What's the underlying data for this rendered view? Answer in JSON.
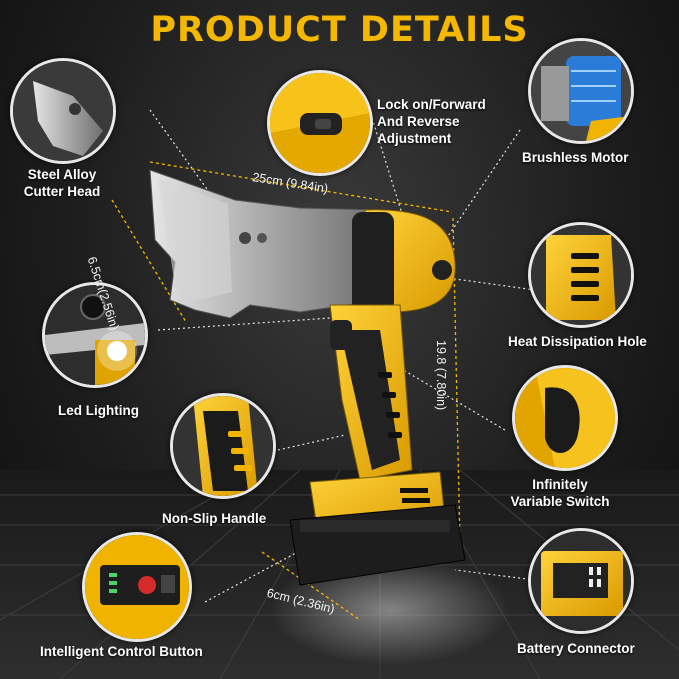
{
  "title": "PRODUCT DETAILS",
  "accent": "#f5b800",
  "features": {
    "cutter_head": "Steel Alloy\nCutter Head",
    "lock_on": "Lock on/Forward\nAnd Reverse\nAdjustment",
    "brushless_motor": "Brushless Motor",
    "heat_hole": "Heat Dissipation Hole",
    "led": "Led Lighting",
    "variable_switch": "Infinitely\nVariable Switch",
    "handle": "Non-Slip Handle",
    "control_button": "Intelligent Control Button",
    "battery_connector": "Battery Connector"
  },
  "dimensions": {
    "length": "25cm (9.84in)",
    "head_height": "6.5cm(2.56in)",
    "height": "19.8 (7.80in)",
    "battery_width": "6cm (2.36in)"
  }
}
